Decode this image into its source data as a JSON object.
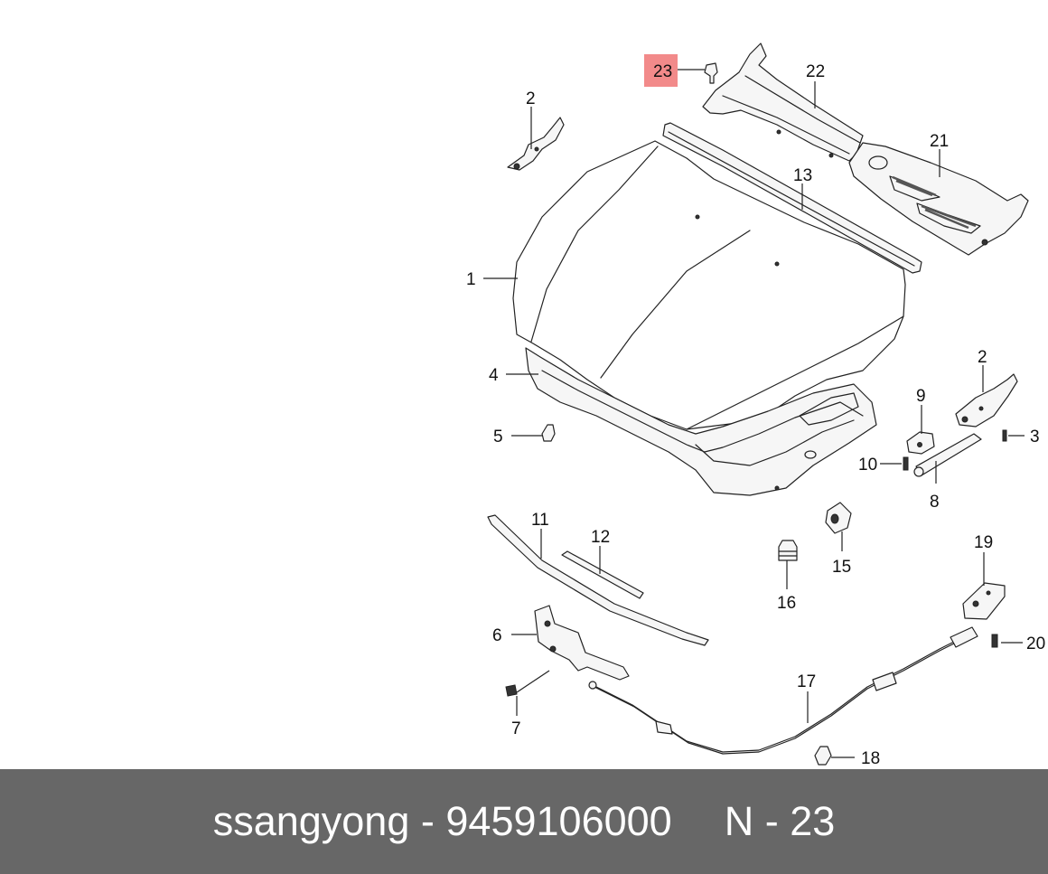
{
  "diagram": {
    "highlight_color": "#f28a8a",
    "highlighted_callout": "23",
    "callouts": [
      {
        "id": "c23",
        "label": "23"
      },
      {
        "id": "c22",
        "label": "22"
      },
      {
        "id": "c2a",
        "label": "2"
      },
      {
        "id": "c21",
        "label": "21"
      },
      {
        "id": "c13",
        "label": "13"
      },
      {
        "id": "c1",
        "label": "1"
      },
      {
        "id": "c4",
        "label": "4"
      },
      {
        "id": "c2b",
        "label": "2"
      },
      {
        "id": "c9",
        "label": "9"
      },
      {
        "id": "c3",
        "label": "3"
      },
      {
        "id": "c5",
        "label": "5"
      },
      {
        "id": "c10",
        "label": "10"
      },
      {
        "id": "c8",
        "label": "8"
      },
      {
        "id": "c11",
        "label": "11"
      },
      {
        "id": "c12",
        "label": "12"
      },
      {
        "id": "c15",
        "label": "15"
      },
      {
        "id": "c19",
        "label": "19"
      },
      {
        "id": "c16",
        "label": "16"
      },
      {
        "id": "c6",
        "label": "6"
      },
      {
        "id": "c20",
        "label": "20"
      },
      {
        "id": "c17",
        "label": "17"
      },
      {
        "id": "c7",
        "label": "7"
      },
      {
        "id": "c18",
        "label": "18"
      }
    ]
  },
  "footer": {
    "brand": "ssangyong",
    "separator": "-",
    "part_number": "9459106000",
    "position_prefix": "N",
    "position_separator": "-",
    "position_number": "23"
  }
}
